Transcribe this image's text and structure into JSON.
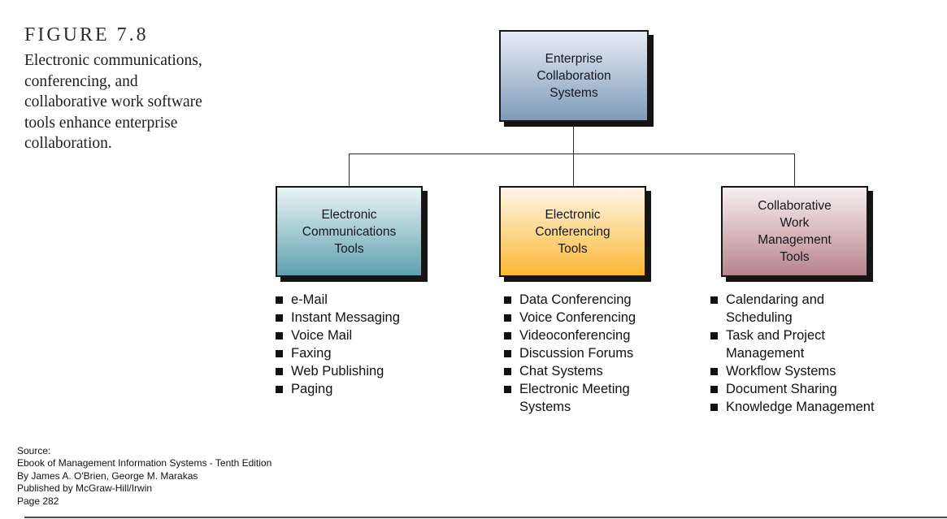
{
  "figure": {
    "label": "FIGURE 7.8",
    "caption": "Electronic communications,\nconferencing, and\ncollaborative work software\ntools enhance enterprise\ncollaboration."
  },
  "diagram": {
    "root": {
      "label": "Enterprise\nCollaboration\nSystems",
      "color_top": "#e6ecf5",
      "color_bottom": "#7f9bba"
    },
    "branches": [
      {
        "label": "Electronic\nCommunications\nTools",
        "color_top": "#ebf4f5",
        "color_bottom": "#5ea1b0",
        "items": [
          "e-Mail",
          "Instant Messaging",
          "Voice Mail",
          "Faxing",
          "Web Publishing",
          "Paging"
        ]
      },
      {
        "label": "Electronic\nConferencing\nTools",
        "color_top": "#fdf7e8",
        "color_bottom": "#fcb833",
        "items": [
          "Data Conferencing",
          "Voice Conferencing",
          "Videoconferencing",
          "Discussion Forums",
          "Chat Systems",
          "Electronic Meeting\nSystems"
        ]
      },
      {
        "label": "Collaborative\nWork\nManagement\nTools",
        "color_top": "#f7f0f1",
        "color_bottom": "#b9838e",
        "items": [
          "Calendaring and\nScheduling",
          "Task and Project\nManagement",
          "Workflow Systems",
          "Document Sharing",
          "Knowledge Management"
        ]
      }
    ]
  },
  "source": {
    "lines": [
      "Source:",
      "Ebook of Management Information Systems - Tenth Edition",
      "By James A. O'Brien, George M. Marakas",
      "Published by McGraw-Hill/Irwin",
      "Page 282"
    ]
  }
}
